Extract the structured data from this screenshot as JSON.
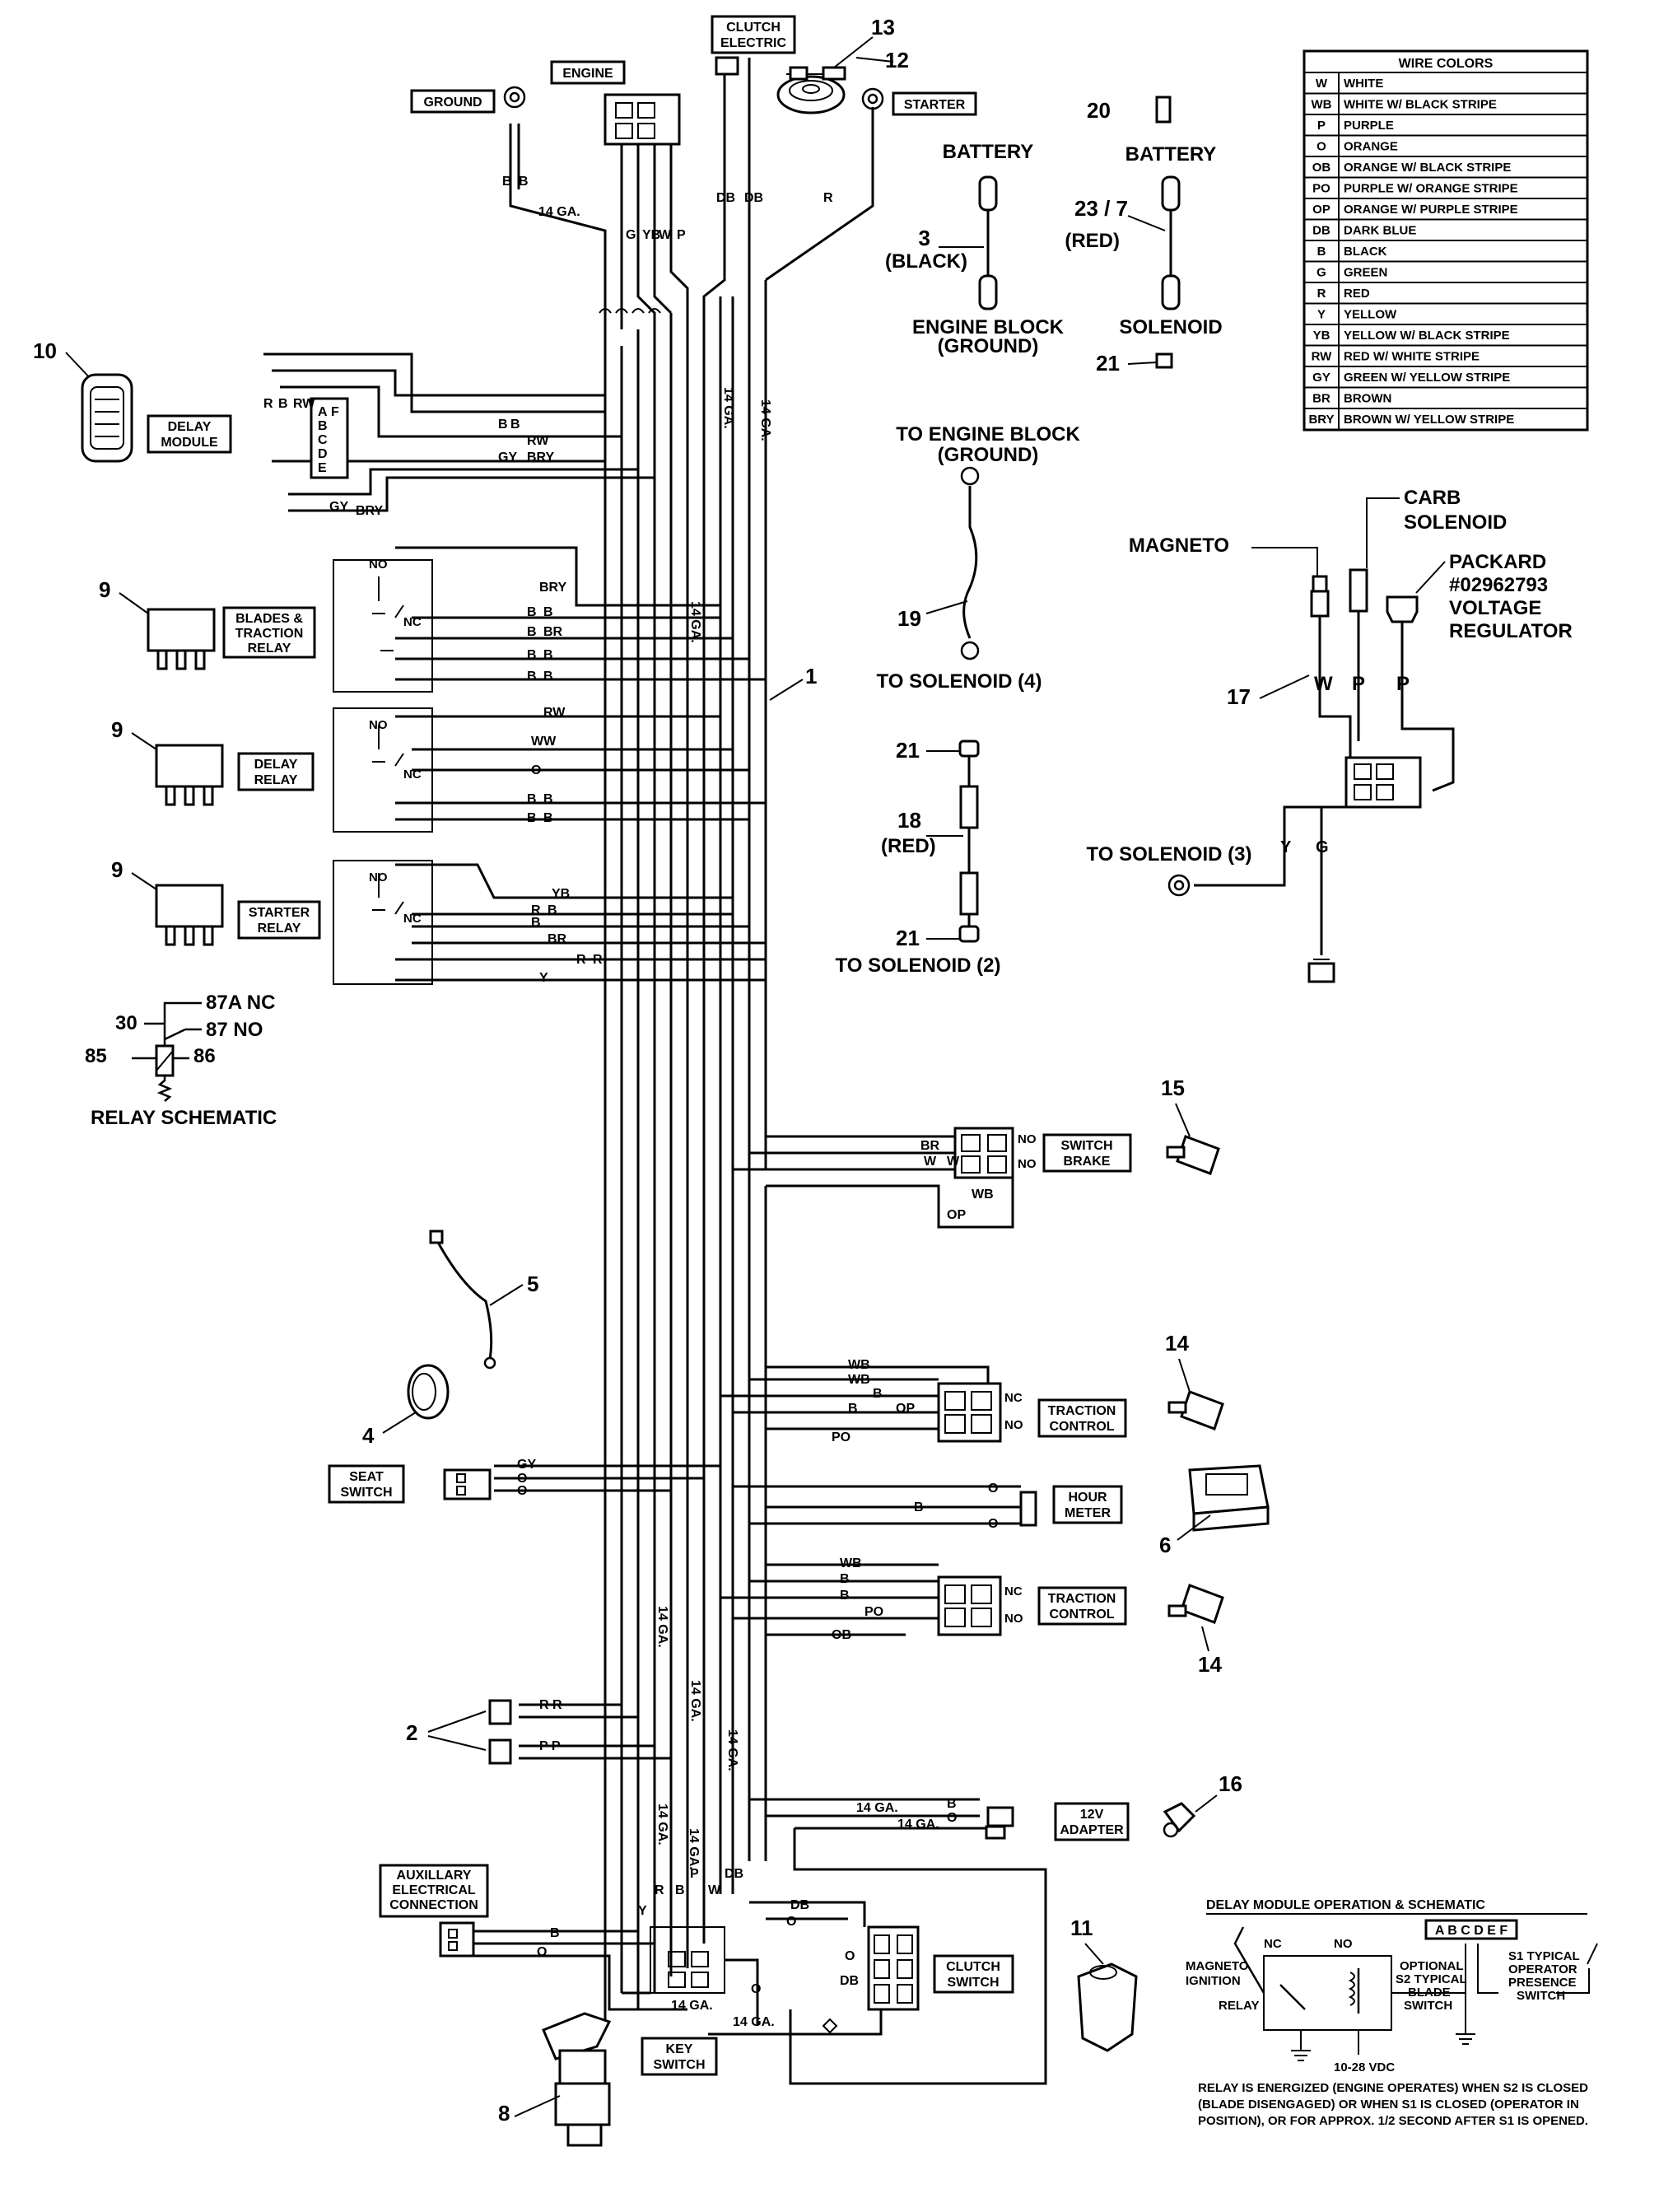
{
  "wire_colors": {
    "title": "WIRE COLORS",
    "rows": [
      {
        "code": "W",
        "name": "WHITE"
      },
      {
        "code": "WB",
        "name": "WHITE W/ BLACK STRIPE"
      },
      {
        "code": "P",
        "name": "PURPLE"
      },
      {
        "code": "O",
        "name": "ORANGE"
      },
      {
        "code": "OB",
        "name": "ORANGE W/ BLACK STRIPE"
      },
      {
        "code": "PO",
        "name": "PURPLE W/ ORANGE STRIPE"
      },
      {
        "code": "OP",
        "name": "ORANGE W/ PURPLE STRIPE"
      },
      {
        "code": "DB",
        "name": "DARK BLUE"
      },
      {
        "code": "B",
        "name": "BLACK"
      },
      {
        "code": "G",
        "name": "GREEN"
      },
      {
        "code": "R",
        "name": "RED"
      },
      {
        "code": "Y",
        "name": "YELLOW"
      },
      {
        "code": "YB",
        "name": "YELLOW W/ BLACK STRIPE"
      },
      {
        "code": "RW",
        "name": "RED W/ WHITE STRIPE"
      },
      {
        "code": "GY",
        "name": "GREEN W/ YELLOW STRIPE"
      },
      {
        "code": "BR",
        "name": "BROWN"
      },
      {
        "code": "BRY",
        "name": "BROWN W/ YELLOW STRIPE"
      }
    ]
  },
  "labels": {
    "ground": "GROUND",
    "engine": "ENGINE",
    "clutch_electric_1": "CLUTCH",
    "clutch_electric_2": "ELECTRIC",
    "starter": "STARTER",
    "delay_module_1": "DELAY",
    "delay_module_2": "MODULE",
    "blades_relay_1": "BLADES &",
    "blades_relay_2": "TRACTION",
    "blades_relay_3": "RELAY",
    "delay_relay_1": "DELAY",
    "delay_relay_2": "RELAY",
    "starter_relay_1": "STARTER",
    "starter_relay_2": "RELAY",
    "switch_brake_1": "SWITCH",
    "switch_brake_2": "BRAKE",
    "traction_control_1": "TRACTION",
    "traction_control_2": "CONTROL",
    "hour_meter_1": "HOUR",
    "hour_meter_2": "METER",
    "seat_switch_1": "SEAT",
    "seat_switch_2": "SWITCH",
    "adapter_1": "12V",
    "adapter_2": "ADAPTER",
    "aux_1": "AUXILLARY",
    "aux_2": "ELECTRICAL",
    "aux_3": "CONNECTION",
    "clutch_switch_1": "CLUTCH",
    "clutch_switch_2": "SWITCH",
    "key_switch_1": "KEY",
    "key_switch_2": "SWITCH",
    "battery": "BATTERY",
    "engine_block_1": "ENGINE BLOCK",
    "engine_block_2": "(GROUND)",
    "solenoid": "SOLENOID",
    "black": "(BLACK)",
    "red": "(RED)",
    "to_engine_block_1": "TO ENGINE BLOCK",
    "to_engine_block_2": "(GROUND)",
    "to_solenoid_4": "TO SOLENOID (4)",
    "to_solenoid_2": "TO SOLENOID (2)",
    "to_solenoid_3": "TO SOLENOID (3)",
    "magneto": "MAGNETO",
    "carb_1": "CARB",
    "carb_2": "SOLENOID",
    "packard_1": "PACKARD",
    "packard_2": "#02962793",
    "packard_3": "VOLTAGE",
    "packard_4": "REGULATOR",
    "relay_schematic": "RELAY SCHEMATIC",
    "pin_87a": "87A  NC",
    "pin_87": "87  NO",
    "pin_30": "30",
    "pin_85": "85",
    "pin_86": "86",
    "ga14": "14 GA."
  },
  "callouts": {
    "n1": "1",
    "n2": "2",
    "n3": "3",
    "n4": "4",
    "n5": "5",
    "n6": "6",
    "n8": "8",
    "n9": "9",
    "n10": "10",
    "n11": "11",
    "n12": "12",
    "n13": "13",
    "n14": "14",
    "n15": "15",
    "n16": "16",
    "n17": "17",
    "n18": "18",
    "n19": "19",
    "n20": "20",
    "n21": "21",
    "n23_7": "23 / 7"
  },
  "wire_tags": {
    "B": "B",
    "G": "G",
    "Y": "Y",
    "YB": "YB",
    "W": "W",
    "P": "P",
    "DB": "DB",
    "R": "R",
    "O": "O",
    "RW": "RW",
    "BRY": "BRY",
    "GY": "GY",
    "BR": "BR",
    "WB": "WB",
    "OP": "OP",
    "PO": "PO",
    "OB": "OB",
    "WW": "WW",
    "RR": "R R",
    "PP": "P P",
    "NC": "NC",
    "NO": "NO"
  },
  "delay_schematic": {
    "title": "DELAY MODULE OPERATION & SCHEMATIC",
    "pins": "A B C D E F",
    "nc": "NC",
    "no": "NO",
    "magneto_1": "MAGNETO",
    "magneto_2": "IGNITION",
    "relay": "RELAY",
    "vdc": "10-28 VDC",
    "s2_1": "OPTIONAL",
    "s2_2": "S2 TYPICAL",
    "s2_3": "BLADE",
    "s2_4": "SWITCH",
    "s1_1": "S1 TYPICAL",
    "s1_2": "OPERATOR",
    "s1_3": "PRESENCE",
    "s1_4": "SWITCH",
    "note_1": "RELAY IS ENERGIZED (ENGINE OPERATES) WHEN S2 IS CLOSED",
    "note_2": "(BLADE DISENGAGED) OR WHEN S1 IS CLOSED (OPERATOR IN",
    "note_3": "POSITION), OR FOR APPROX. 1/2 SECOND AFTER S1 IS OPENED."
  }
}
